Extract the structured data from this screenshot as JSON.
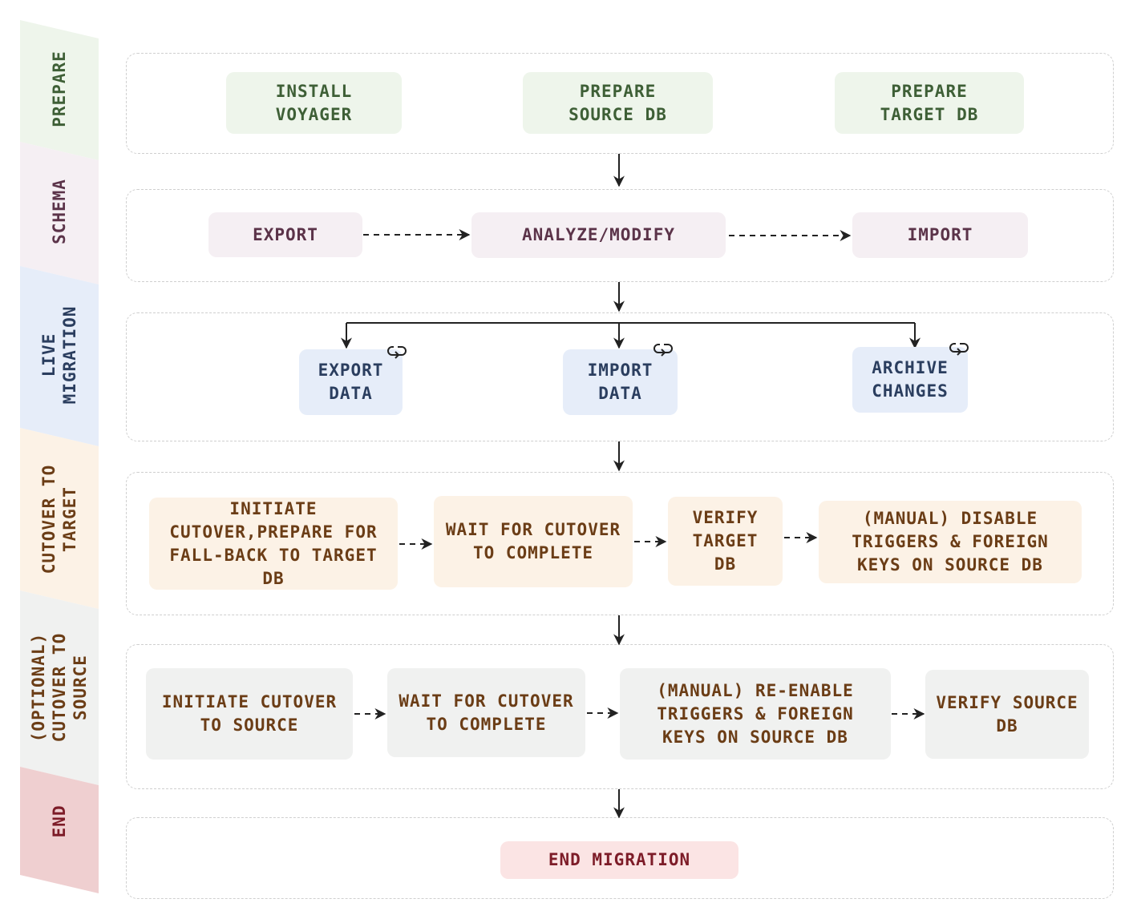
{
  "lanes": [
    {
      "label": "PREPARE",
      "fill": "#eef5eb",
      "text_color": "#3e5f36"
    },
    {
      "label": "SCHEMA",
      "fill": "#f5eff3",
      "text_color": "#5b3349"
    },
    {
      "label": "LIVE\nMIGRATION",
      "fill": "#e6edf9",
      "text_color": "#2b3e5f"
    },
    {
      "label": "CUTOVER TO\nTARGET",
      "fill": "#fcf2e6",
      "text_color": "#6b3d16"
    },
    {
      "label": "(OPTIONAL)\nCUTOVER TO\nSOURCE",
      "fill": "#f0f1f0",
      "text_color": "#6b3d16"
    },
    {
      "label": "END",
      "fill": "#efcfd0",
      "text_color": "#7d1c28"
    }
  ],
  "prepare": {
    "install_voyager": "INSTALL\nVOYAGER",
    "prepare_source_db": "PREPARE\nSOURCE DB",
    "prepare_target_db": "PREPARE\nTARGET DB"
  },
  "schema": {
    "export": "EXPORT",
    "analyze_modify": "ANALYZE/MODIFY",
    "import": "IMPORT"
  },
  "live_migration": {
    "export_data": "EXPORT\nDATA",
    "import_data": "IMPORT\nDATA",
    "archive_changes": "ARCHIVE\nCHANGES"
  },
  "cutover_to_target": {
    "initiate": "INITIATE\nCUTOVER,PREPARE FOR\nFALL-BACK TO TARGET\nDB",
    "wait": "WAIT FOR CUTOVER\nTO COMPLETE",
    "verify": "VERIFY\nTARGET\nDB",
    "disable": "(MANUAL) DISABLE\nTRIGGERS & FOREIGN\nKEYS ON SOURCE DB"
  },
  "cutover_to_source": {
    "initiate": "INITIATE CUTOVER\nTO SOURCE",
    "wait": "WAIT FOR CUTOVER\nTO COMPLETE",
    "reenable": "(MANUAL) RE-ENABLE\nTRIGGERS & FOREIGN\nKEYS ON SOURCE DB",
    "verify": "VERIFY SOURCE\nDB"
  },
  "end": {
    "end_migration": "END MIGRATION"
  },
  "colors": {
    "arrow": "#222222",
    "lane_border": "#cfcfcf"
  }
}
